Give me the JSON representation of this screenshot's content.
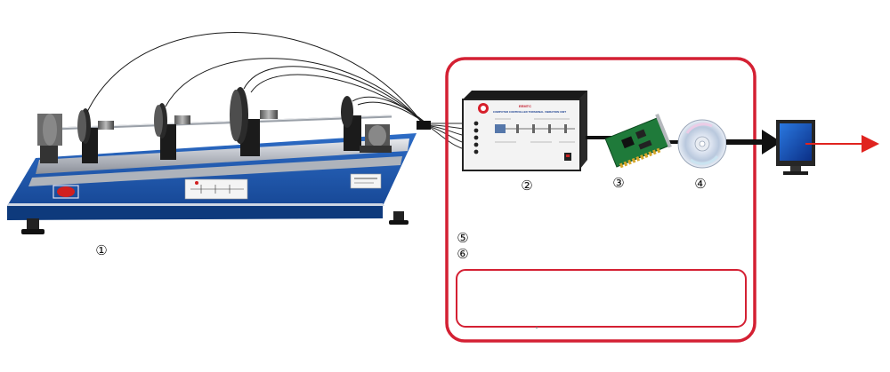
{
  "callouts": {
    "bench": "①",
    "interface_box": "②",
    "daq_board": "③",
    "software": "④",
    "item5": "⑤",
    "item6": "⑥"
  },
  "interface_panel": {
    "header": "EEMTC",
    "subtitle": "COMPUTER CONTROLLED TORSIONAL VIBRATION UNIT"
  },
  "colors": {
    "frame_red": "#d42033",
    "bench_blue": "#1e58b0",
    "arrow_red": "#e0231f"
  }
}
